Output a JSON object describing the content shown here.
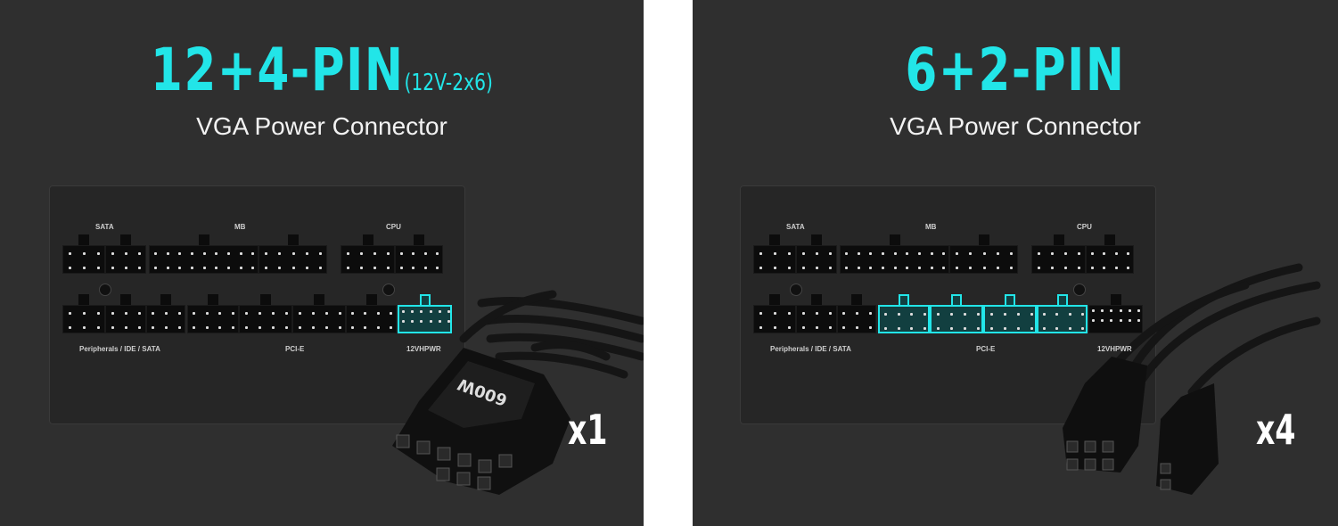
{
  "colors": {
    "accent": "#22e5e8",
    "background": "#2f2f2f",
    "divider": "#ffffff"
  },
  "left": {
    "title": "12+4-PIN",
    "title_sub": "(12V-2x6)",
    "subtitle": "VGA Power Connector",
    "count": "x1",
    "connector_marking": "600W",
    "psu_labels": {
      "sata": "SATA",
      "mb": "MB",
      "cpu": "CPU",
      "peripherals": "Peripherals / IDE / SATA",
      "pcie": "PCI-E",
      "hpwr": "12VHPWR"
    },
    "highlighted": "12VHPWR"
  },
  "right": {
    "title": "6+2-PIN",
    "subtitle": "VGA Power Connector",
    "count": "x4",
    "psu_labels": {
      "sata": "SATA",
      "mb": "MB",
      "cpu": "CPU",
      "peripherals": "Peripherals / IDE / SATA",
      "pcie": "PCI-E",
      "hpwr": "12VHPWR"
    },
    "highlighted": "PCI-E"
  }
}
